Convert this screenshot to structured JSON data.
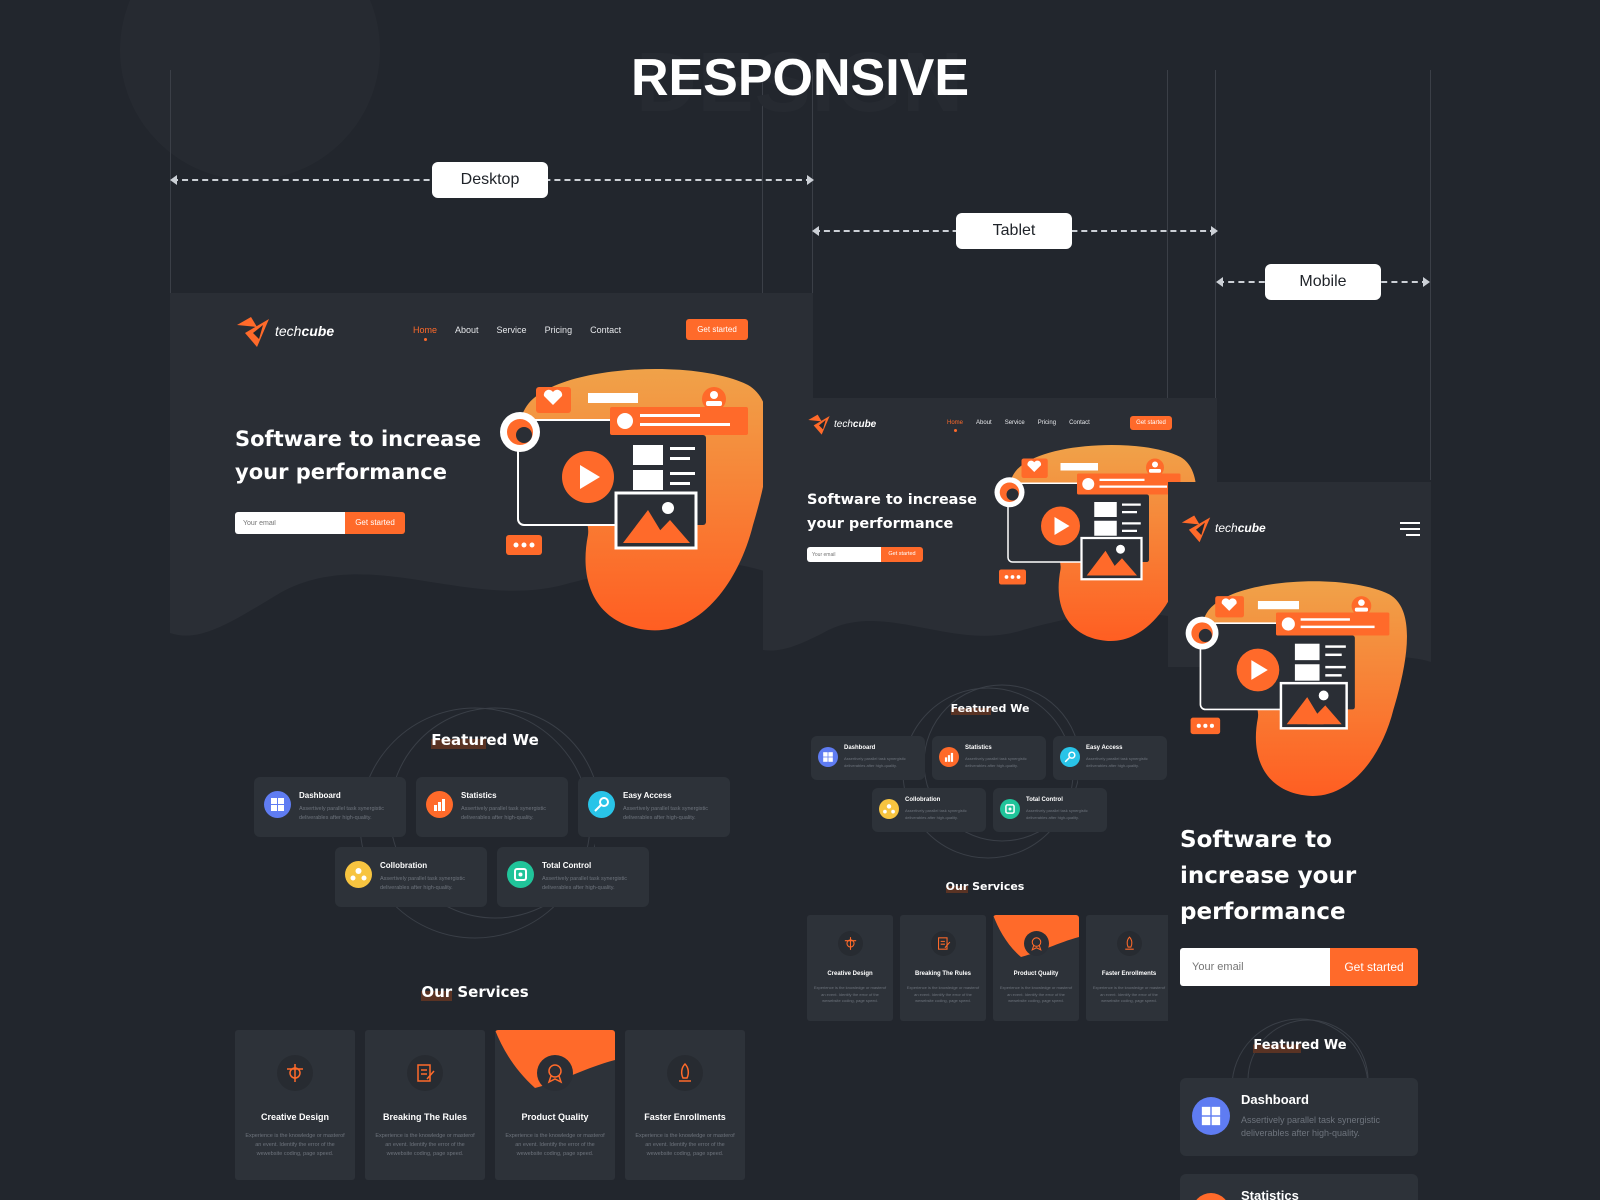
{
  "banner": {
    "title": "RESPONSIVE",
    "watermark": "DESIGN"
  },
  "devices": {
    "desktop": "Desktop",
    "tablet": "Tablet",
    "mobile": "Mobile"
  },
  "brand": {
    "prefix": "tech",
    "suffix": "cube"
  },
  "nav": [
    "Home",
    "About",
    "Service",
    "Pricing",
    "Contact"
  ],
  "cta": "Get started",
  "hero": {
    "title": "Software to increase your performance",
    "email_placeholder": "Your email",
    "submit": "Get started"
  },
  "featured": {
    "title_hl": "Featur",
    "title_rest": "ed We",
    "items": [
      {
        "name": "Dashboard",
        "desc": "Assertively parallel task synergistic deliverables after high-quality.",
        "icon": "dashboard-icon",
        "color": "#5f7cf2"
      },
      {
        "name": "Statistics",
        "desc": "Assertively parallel task synergistic deliverables after high-quality.",
        "icon": "bar-chart-icon",
        "color": "#ff6a2a"
      },
      {
        "name": "Easy Access",
        "desc": "Assertively parallel task synergistic deliverables after high-quality.",
        "icon": "key-icon",
        "color": "#29c4e8"
      },
      {
        "name": "Collobration",
        "desc": "Assertively parallel task synergistic deliverables after high-quality.",
        "icon": "team-icon",
        "color": "#f7c440"
      },
      {
        "name": "Total Control",
        "desc": "Assertively parallel task synergistic deliverables after high-quality.",
        "icon": "control-icon",
        "color": "#20c49a"
      }
    ]
  },
  "services": {
    "title_hl": "Our",
    "title_rest": " Services",
    "items": [
      {
        "name": "Creative Design",
        "desc": "Experience is the knowledge or masterof an event. Identify the error of the wewebsite coding, page speed.",
        "icon": "creative-design-icon"
      },
      {
        "name": "Breaking The Rules",
        "desc": "Experience is the knowledge or masterof an event. Identify the error of the wewebsite coding, page speed.",
        "icon": "document-edit-icon"
      },
      {
        "name": "Product Quality",
        "desc": "Experience is the knowledge or masterof an event. Identify the error of the wewebsite coding, page speed.",
        "icon": "quality-badge-icon"
      },
      {
        "name": "Faster Enrollments",
        "desc": "Experience is the knowledge or masterof an event. Identify the error of the wewebsite coding, page speed.",
        "icon": "rocket-icon"
      }
    ]
  },
  "colors": {
    "accent": "#ff6a2a",
    "accent_light": "#f0a249",
    "bg": "#22262d",
    "panel": "#2d3239"
  }
}
